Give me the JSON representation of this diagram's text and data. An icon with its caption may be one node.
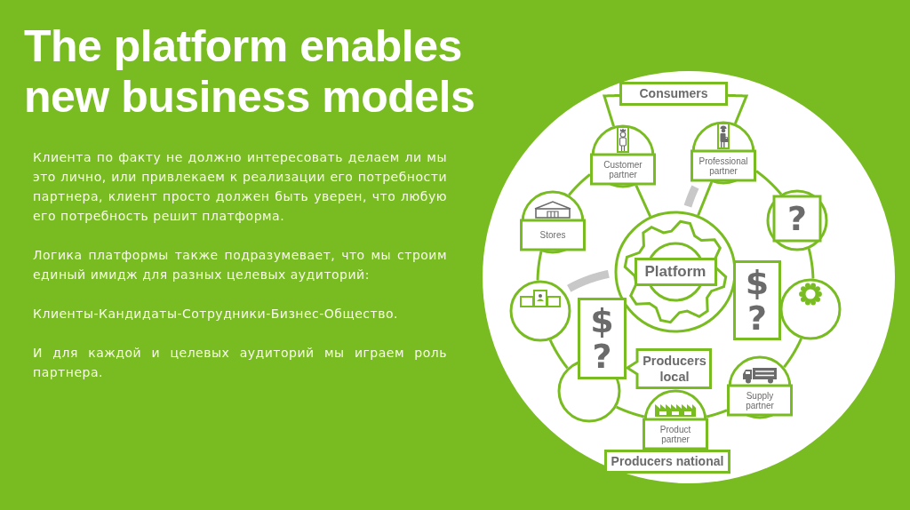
{
  "diagram": {
    "title": "The platform enables new business models",
    "nodes": [
      {
        "text": [
          "Consumers"
        ]
      },
      {
        "text": [
          "Customer partner"
        ]
      },
      {
        "text": [
          "Professional partner"
        ]
      },
      {
        "text": [
          "?"
        ]
      },
      {
        "text": [
          "Stores"
        ]
      },
      {
        "text": [
          "Platform"
        ]
      },
      {
        "text": [
          "$",
          "?"
        ]
      },
      {
        "text": [],
        "shape": "circle"
      },
      {
        "text": [],
        "shape": "circle"
      },
      {
        "text": [
          "$",
          "?"
        ]
      },
      {
        "text": [
          "Producers local"
        ]
      },
      {
        "text": [],
        "shape": "circle"
      },
      {
        "text": [
          "Supply partner"
        ]
      },
      {
        "text": [
          "Product partner"
        ]
      },
      {
        "text": [
          "Producers national"
        ]
      }
    ],
    "edges": [
      {
        "from": 0,
        "to": 1,
        "arrow": "none"
      },
      {
        "from": 0,
        "to": 2,
        "arrow": "none"
      },
      {
        "from": 1,
        "to": 5,
        "arrow": "none"
      },
      {
        "from": 2,
        "to": 5,
        "arrow": "none"
      },
      {
        "from": 2,
        "to": 5,
        "arrow": "none",
        "style": "thick",
        "color": "#c8c8c8"
      },
      {
        "from": 4,
        "to": 1,
        "arrow": "none"
      },
      {
        "from": 2,
        "to": 3,
        "arrow": "none"
      },
      {
        "from": 3,
        "to": 7,
        "arrow": "none"
      },
      {
        "from": 7,
        "to": 12,
        "arrow": "none"
      },
      {
        "from": 12,
        "to": 13,
        "arrow": "none"
      },
      {
        "from": 13,
        "to": 11,
        "arrow": "none"
      },
      {
        "from": 11,
        "to": 8,
        "arrow": "none"
      },
      {
        "from": 8,
        "to": 4,
        "arrow": "none"
      },
      {
        "from": 8,
        "to": 5,
        "arrow": "none",
        "style": "thick",
        "color": "#c8c8c8"
      }
    ],
    "labels": [
      "Клиента по факту не должно интересовать делаем ли мы это лично, или привлекаем к реализации его потребности партнера, клиент просто должен быть уверен, что любую его потребность решит платформа.",
      "Логика платформы также подразумевает, что мы строим единый имидж для разных целевых аудиторий:",
      "Клиенты-Кандидаты-Сотрудники-Бизнес-Общество.",
      "И для каждой и целевых аудиторий мы играем роль партнера."
    ]
  }
}
